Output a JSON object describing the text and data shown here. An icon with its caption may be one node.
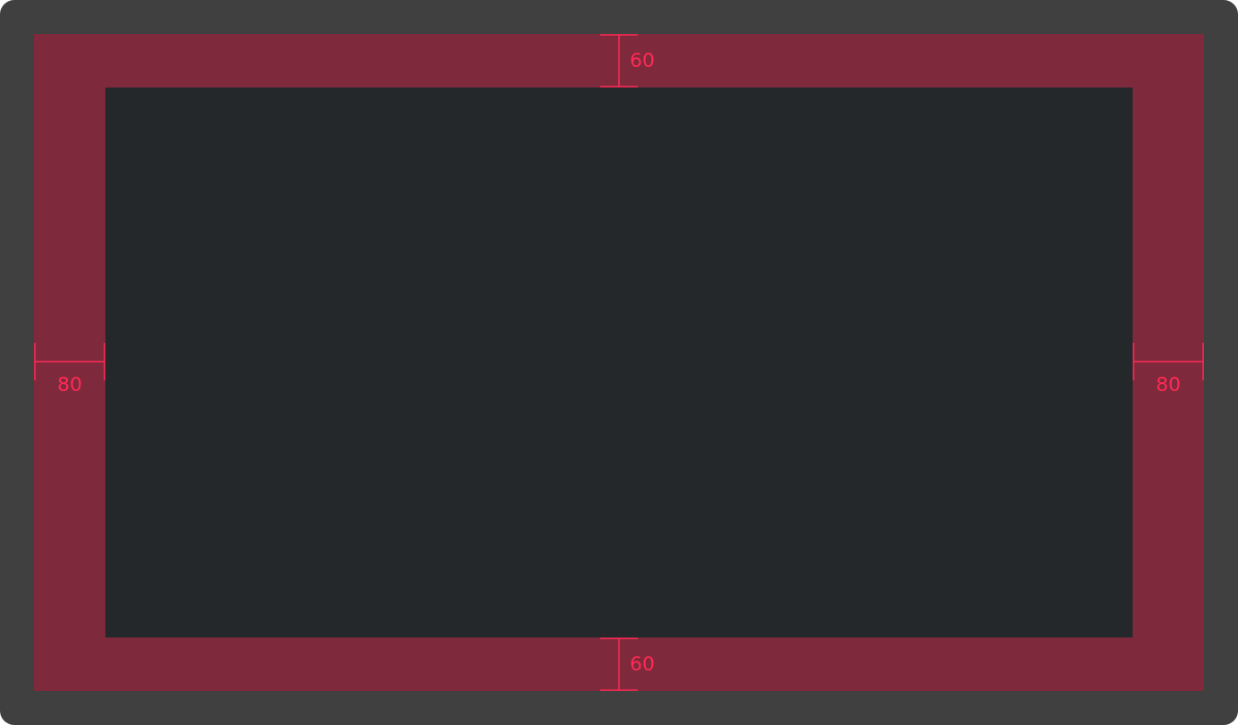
{
  "diagram": {
    "labels": [
      "60",
      "80",
      "80",
      "60"
    ]
  }
}
